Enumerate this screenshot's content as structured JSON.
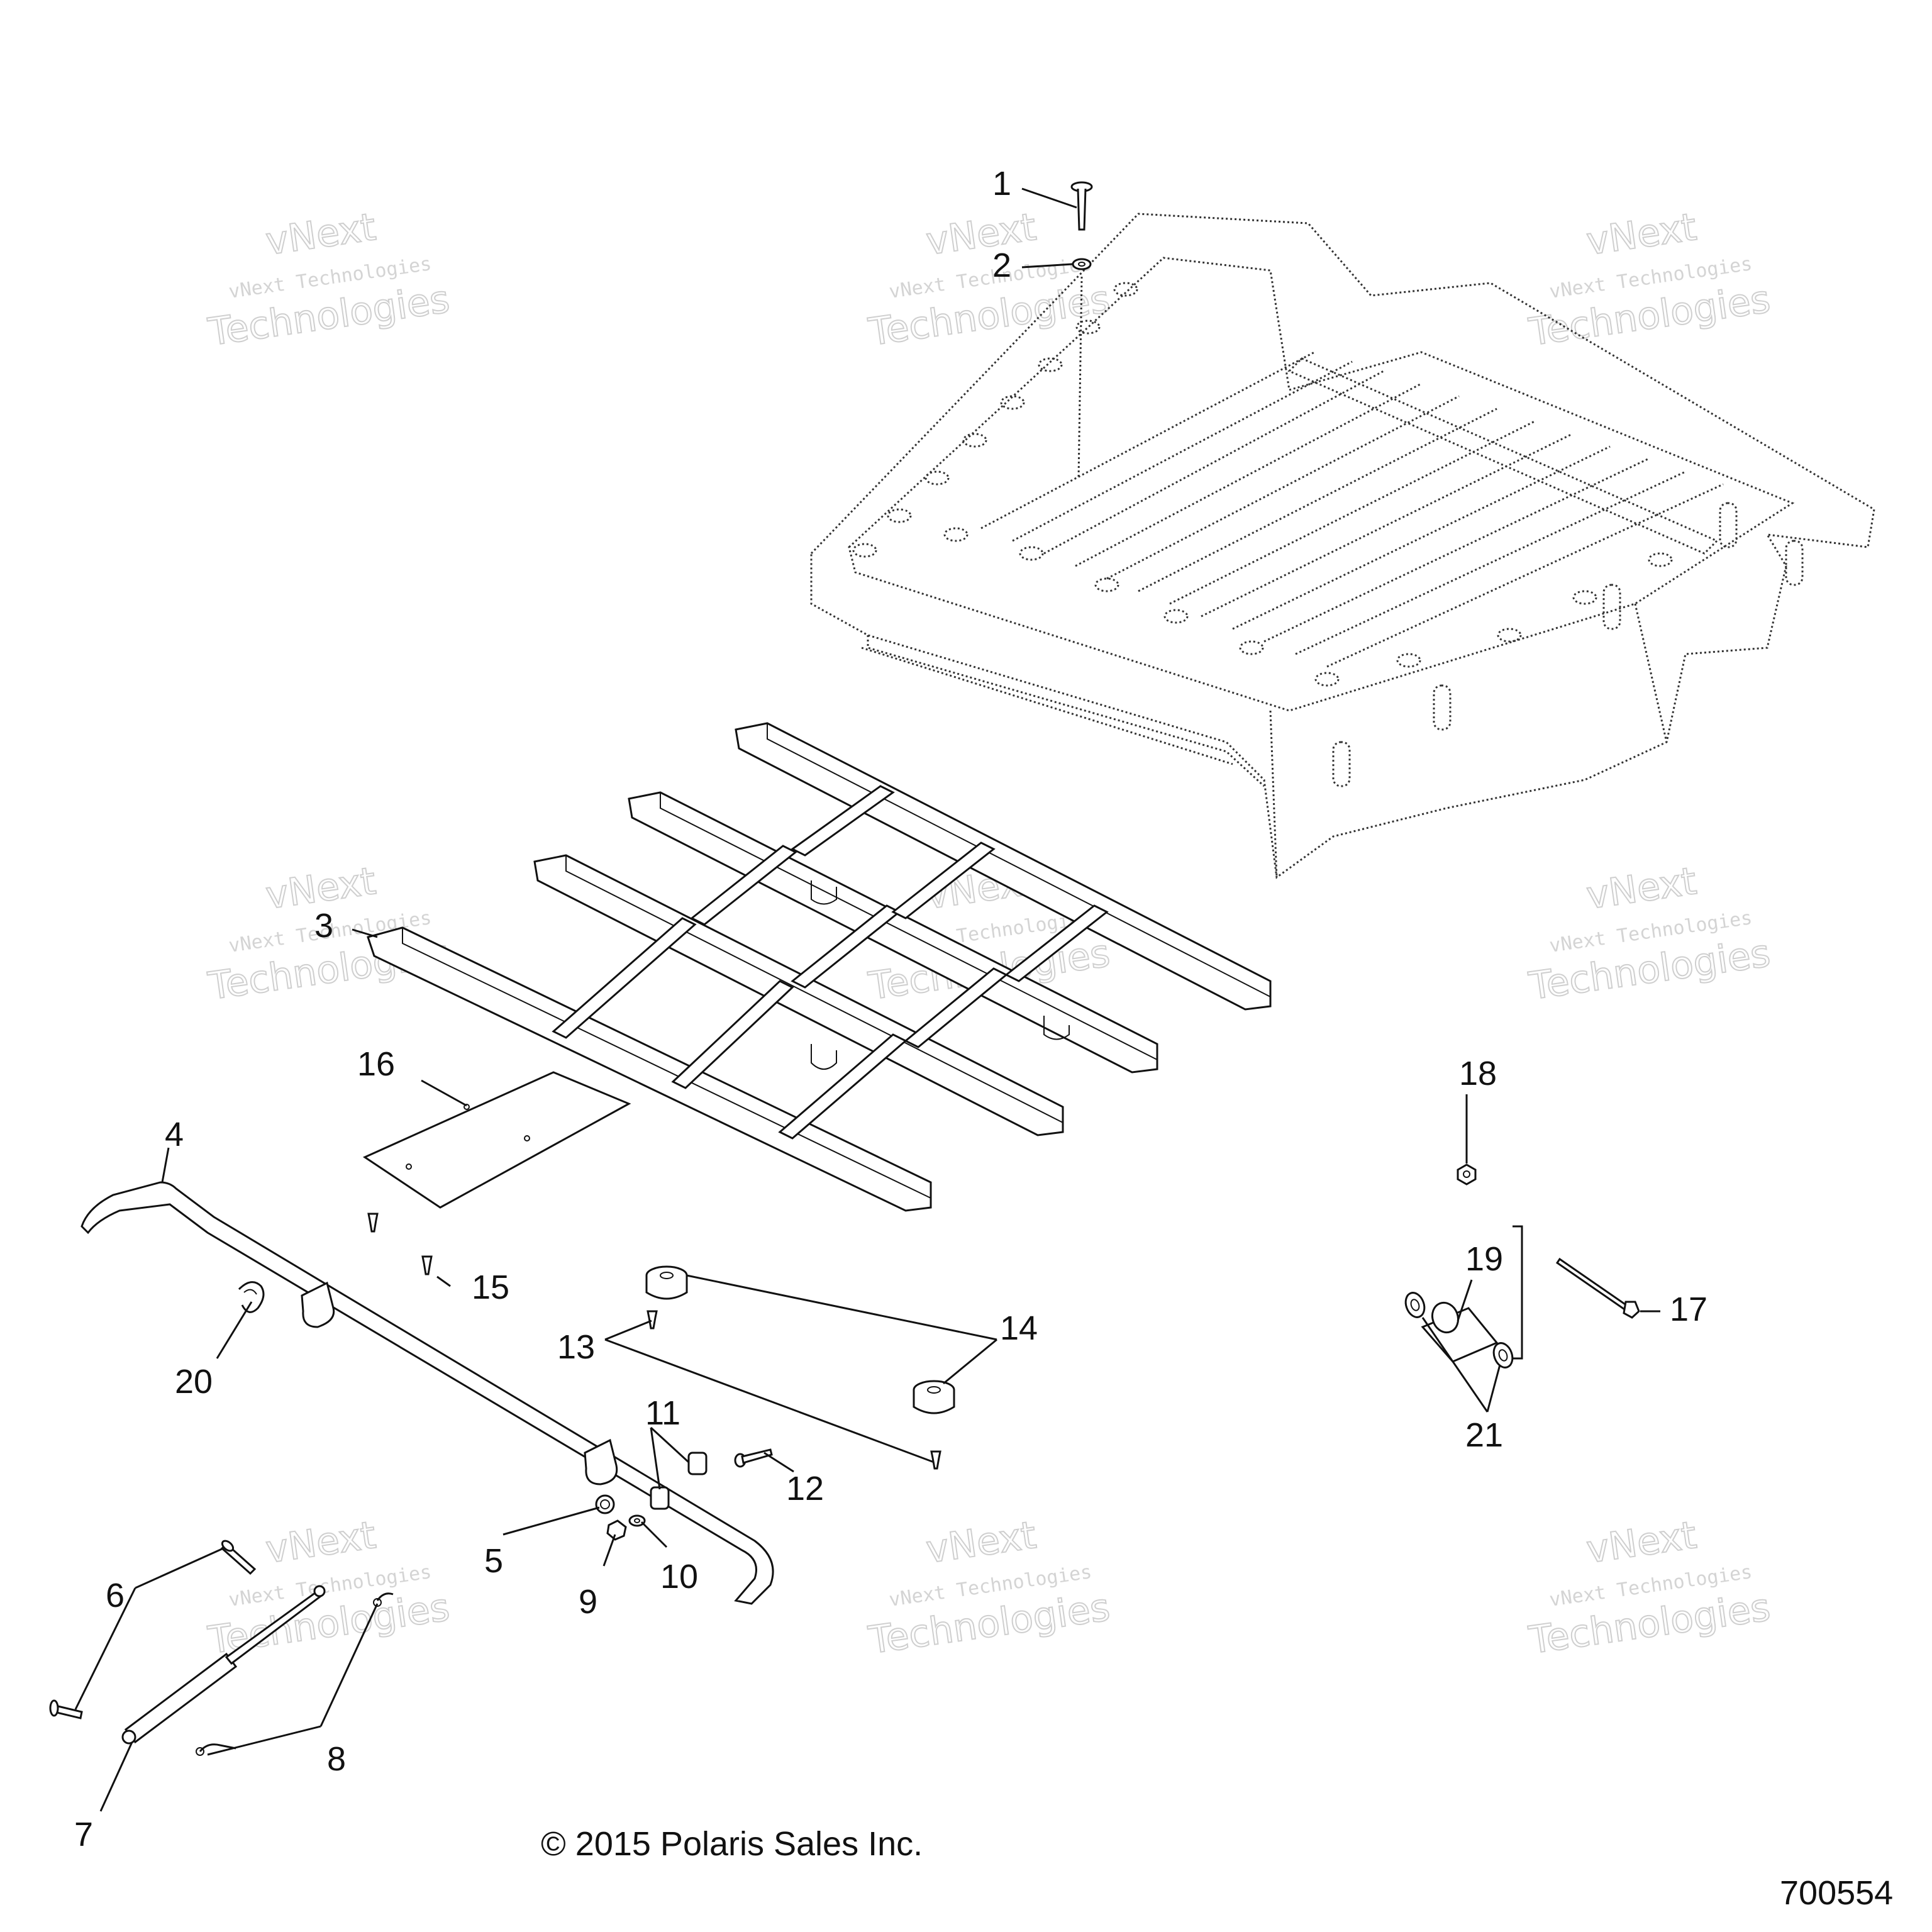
{
  "watermark": {
    "line1": "vNext Technologies",
    "big_top": "vNext",
    "big_bottom": "Technologies"
  },
  "callouts": [
    "1",
    "2",
    "3",
    "4",
    "5",
    "6",
    "7",
    "8",
    "9",
    "10",
    "11",
    "12",
    "13",
    "14",
    "15",
    "16",
    "17",
    "18",
    "19",
    "20",
    "21"
  ],
  "copyright": "© 2015 Polaris Sales Inc.",
  "part_number": "700554"
}
